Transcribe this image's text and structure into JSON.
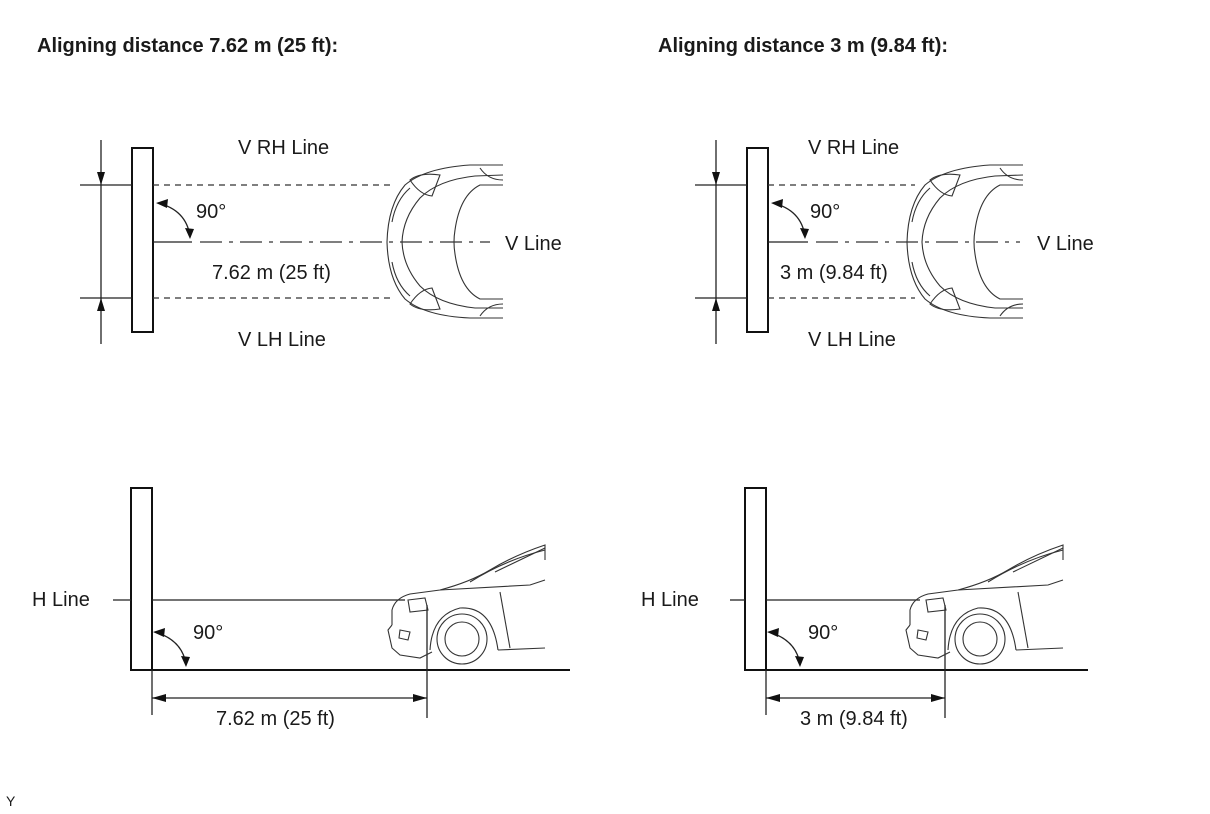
{
  "panels": {
    "left": {
      "title": "Aligning distance 7.62 m (25 ft):",
      "top": {
        "v_rh_line": "V RH Line",
        "v_lh_line": "V LH Line",
        "v_line": "V Line",
        "angle": "90°",
        "distance": "7.62 m (25 ft)"
      },
      "side": {
        "h_line": "H Line",
        "angle": "90°",
        "distance": "7.62 m (25 ft)"
      }
    },
    "right": {
      "title": "Aligning distance 3 m (9.84 ft):",
      "top": {
        "v_rh_line": "V RH Line",
        "v_lh_line": "V LH Line",
        "v_line": "V Line",
        "angle": "90°",
        "distance": "3 m (9.84 ft)"
      },
      "side": {
        "h_line": "H Line",
        "angle": "90°",
        "distance": "3 m (9.84 ft)"
      }
    }
  },
  "footer_code": "Y"
}
